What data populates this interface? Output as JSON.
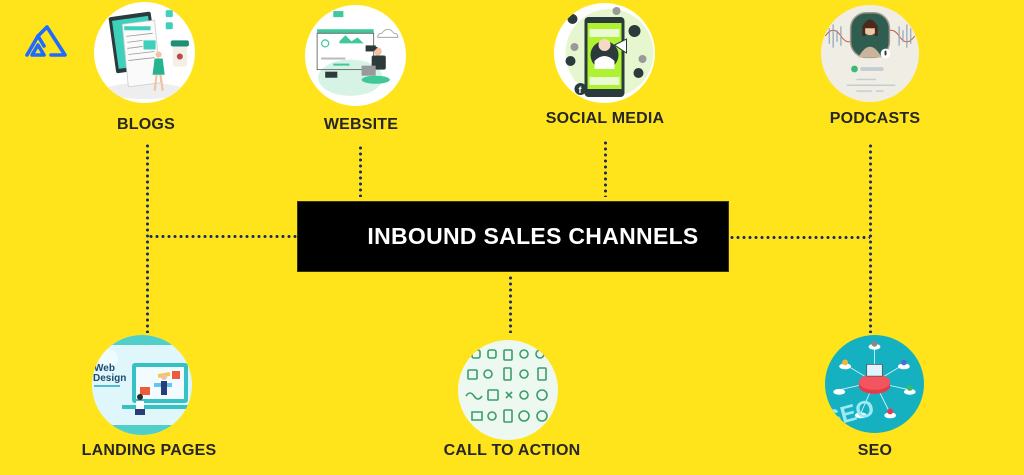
{
  "title": "INBOUND SALES CHANNELS",
  "colors": {
    "background": "#FFE41B",
    "central_box": "#000000",
    "central_text": "#FFFFFF",
    "connector": "#1B2A6B",
    "label_text": "#262626",
    "logo": "#1E6BFF"
  },
  "logo": {
    "icon": "mountain-logo-icon"
  },
  "channels": [
    {
      "label": "BLOGS",
      "icon": "blog-illustration-icon",
      "position": "top-left"
    },
    {
      "label": "WEBSITE",
      "icon": "website-illustration-icon",
      "position": "top-center-left"
    },
    {
      "label": "SOCIAL MEDIA",
      "icon": "social-media-illustration-icon",
      "position": "top-center-right"
    },
    {
      "label": "PODCASTS",
      "icon": "podcast-illustration-icon",
      "position": "top-right"
    },
    {
      "label": "LANDING PAGES",
      "icon": "landing-page-illustration-icon",
      "position": "bottom-left"
    },
    {
      "label": "CALL TO ACTION",
      "icon": "call-to-action-illustration-icon",
      "position": "bottom-center"
    },
    {
      "label": "SEO",
      "icon": "seo-illustration-icon",
      "position": "bottom-right"
    }
  ]
}
